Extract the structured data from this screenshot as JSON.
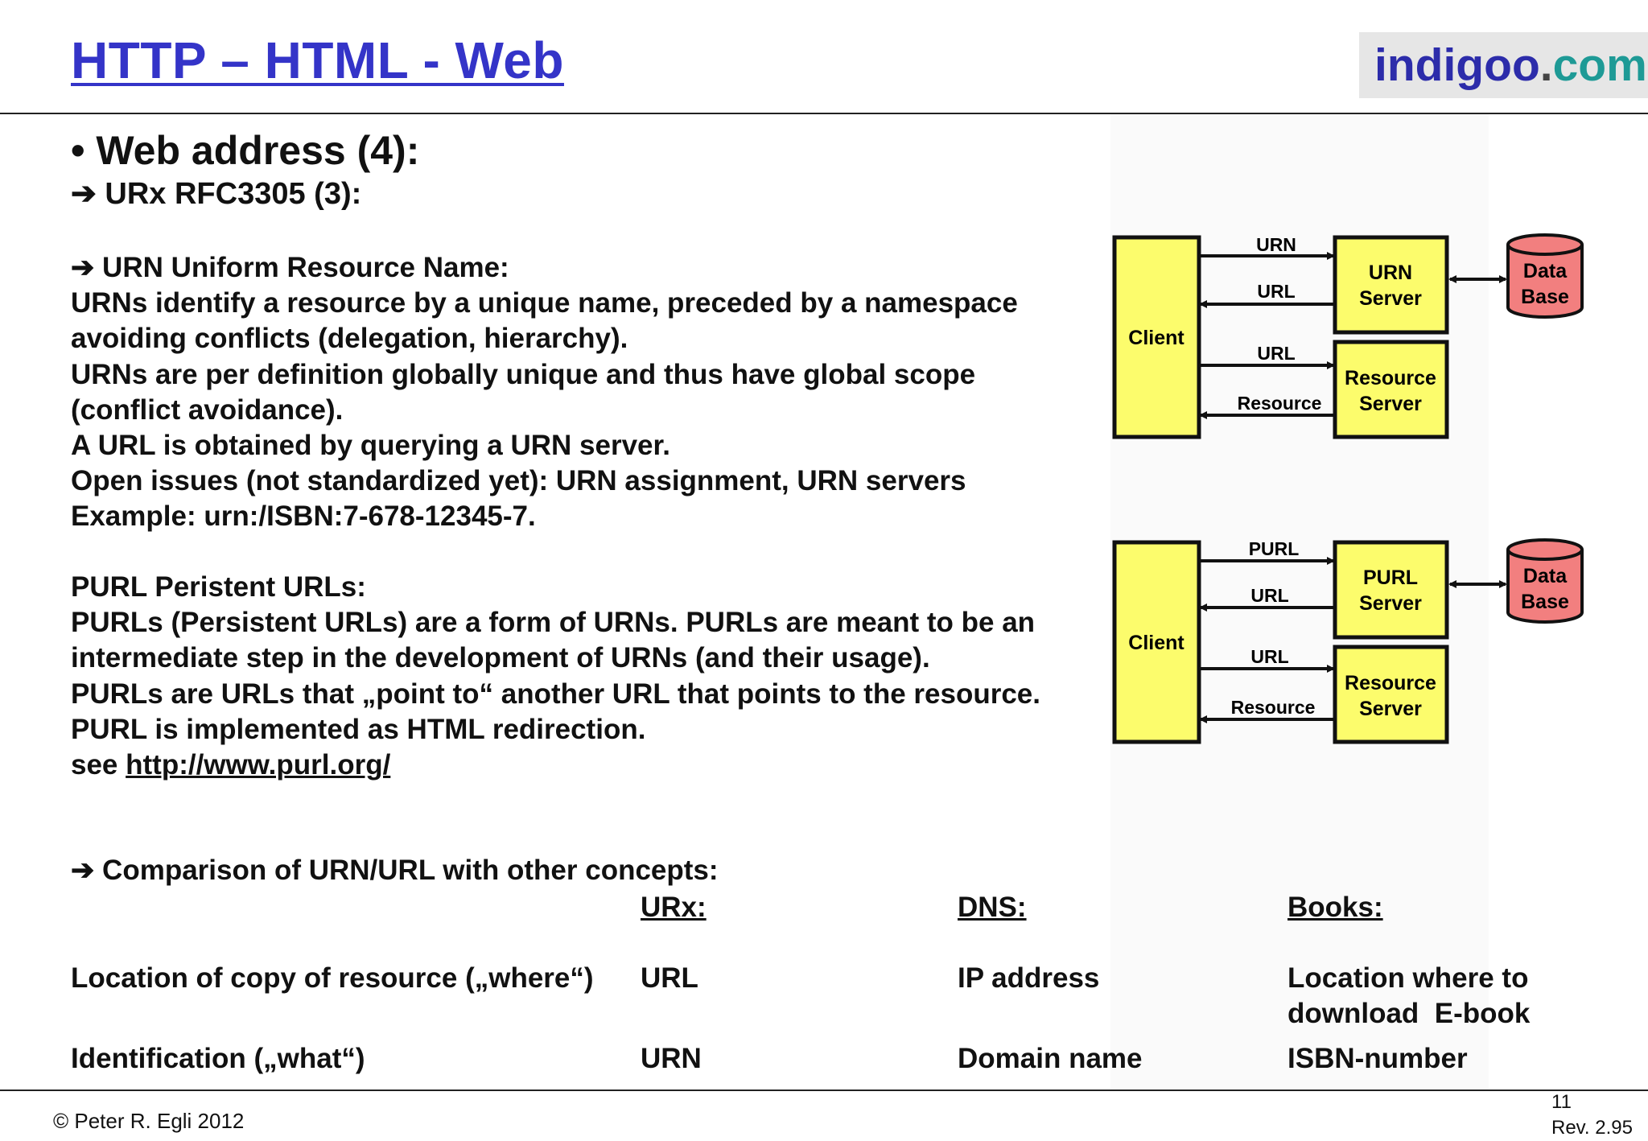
{
  "header": {
    "title": "HTTP – HTML - Web",
    "logo": {
      "part1": "indigoo",
      "part2": ".",
      "part3": "com"
    }
  },
  "content": {
    "bullet_heading": "• Web address (4):",
    "sub_heading": "➔ URx RFC3305 (3):",
    "urn_lines": [
      "➔ URN Uniform Resource Name:",
      "URNs identify a resource by a unique name, preceded by a namespace",
      "avoiding conflicts (delegation, hierarchy).",
      "URNs are per definition globally unique and thus have global scope",
      "(conflict avoidance).",
      "A URL is obtained by querying a URN server.",
      "Open issues (not standardized yet): URN assignment, URN servers",
      "Example: urn:/ISBN:7-678-12345-7."
    ],
    "purl_lines": [
      "PURL Peristent URLs:",
      "PURLs (Persistent URLs) are a form of URNs. PURLs are meant to be an",
      "intermediate step in the development of URNs (and their usage).",
      "PURLs are URLs that „point to“ another URL that points to the resource.",
      "PURL is implemented as HTML redirection."
    ],
    "see_prefix": "see ",
    "see_link": "http://www.purl.org/",
    "comparison_heading": "➔ Comparison of URN/URL with other concepts:",
    "comparison_table": {
      "headers": [
        "URx:",
        "DNS:",
        "Books:"
      ],
      "rows": [
        {
          "label": "Location of copy of resource („where“)",
          "cells": [
            "URL",
            "IP address",
            "Location where to",
            "download  E-book"
          ]
        },
        {
          "label": "Identification („what“)",
          "cells": [
            "URN",
            "Domain name",
            "ISBN-number"
          ]
        }
      ]
    }
  },
  "diagrams": [
    {
      "client": "Client",
      "server1": [
        "URN",
        "Server"
      ],
      "server2": [
        "Resource",
        "Server"
      ],
      "db": [
        "Data",
        "Base"
      ],
      "arrow_labels": [
        "URN",
        "URL",
        "URL",
        "Resource"
      ]
    },
    {
      "client": "Client",
      "server1": [
        "PURL",
        "Server"
      ],
      "server2": [
        "Resource",
        "Server"
      ],
      "db": [
        "Data",
        "Base"
      ],
      "arrow_labels": [
        "PURL",
        "URL",
        "URL",
        "Resource"
      ]
    }
  ],
  "colors": {
    "title": "#3434c8",
    "box_fill": "#fcfc6c",
    "db_fill": "#f27f7f",
    "logo_teal": "#1e9a96"
  },
  "footer": {
    "copyright": "© Peter R. Egli 2012",
    "page_number": "11",
    "revision": "Rev. 2.95"
  }
}
